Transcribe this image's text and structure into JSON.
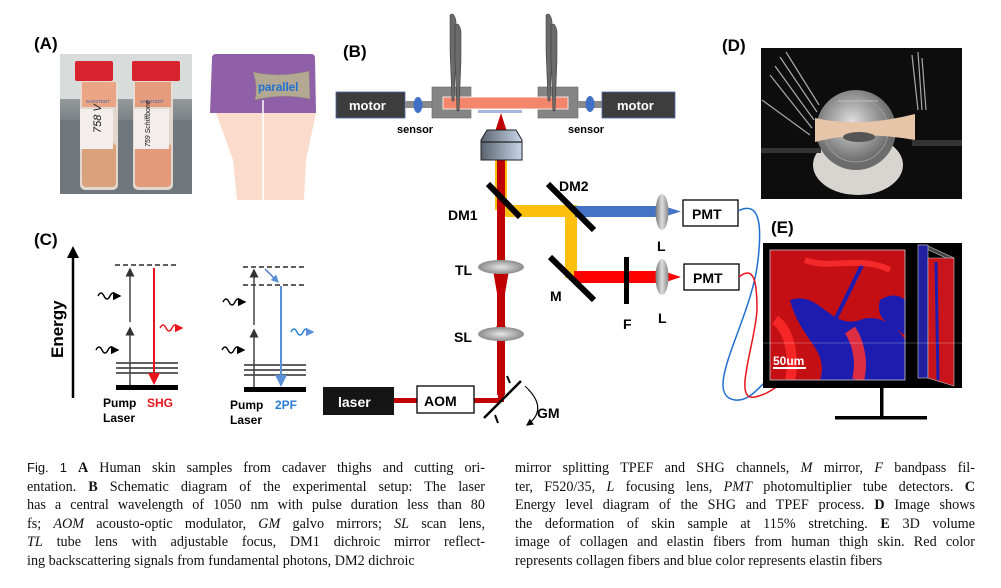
{
  "panels": {
    "A": {
      "label": "(A)",
      "tube_labels": [
        "SARSTEDT",
        "SARSTEDT"
      ],
      "tube_handwriting": [
        "758 V",
        "759 Schiffbone"
      ],
      "patch_text": "parallel"
    },
    "B": {
      "label": "(B)",
      "motor_left": "motor",
      "motor_right": "motor",
      "sensor_left": "sensor",
      "sensor_right": "sensor",
      "dm1": "DM1",
      "dm2": "DM2",
      "m": "M",
      "f": "F",
      "l1": "L",
      "l2": "L",
      "tl": "TL",
      "sl": "SL",
      "pmt1": "PMT",
      "pmt2": "PMT",
      "laser": "laser",
      "aom": "AOM",
      "gm": "GM"
    },
    "C": {
      "label": "(C)",
      "axis": "Energy",
      "pump1": "Pump",
      "laser1": "Laser",
      "shg": "SHG",
      "pump2": "Pump",
      "laser2": "Laser",
      "tpf": "2PF"
    },
    "D": {
      "label": "(D)"
    },
    "E": {
      "label": "(E)",
      "scale_bar": "50um"
    }
  },
  "colors": {
    "shg_red": "#e8141b",
    "tpef_blue": "#4a78c8",
    "beam_yellow": "#fdc00f",
    "laser_red": "#c00000",
    "purple": "#8f5fa8",
    "skin": "#fbdccc"
  },
  "caption": {
    "left": [
      [
        {
          "t": "Fig. 1",
          "s": "fig"
        },
        {
          "t": "  "
        },
        {
          "t": "A",
          "s": "b"
        },
        {
          "t": " Human skin samples from cadaver thighs and cutting ori-"
        }
      ],
      [
        {
          "t": "entation. "
        },
        {
          "t": "B",
          "s": "b"
        },
        {
          "t": " Schematic diagram of the experimental setup: The laser"
        }
      ],
      [
        {
          "t": "has a central wavelength of 1050 nm with pulse duration less than 80"
        }
      ],
      [
        {
          "t": "fs; "
        },
        {
          "t": "AOM",
          "s": "i"
        },
        {
          "t": " acousto-optic modulator, "
        },
        {
          "t": "GM",
          "s": "i"
        },
        {
          "t": " galvo mirrors; "
        },
        {
          "t": "SL",
          "s": "i"
        },
        {
          "t": " scan lens,"
        }
      ],
      [
        {
          "t": "TL",
          "s": "i"
        },
        {
          "t": " tube lens with adjustable focus, DM1 dichroic mirror reflect-"
        }
      ],
      [
        {
          "t": "ing backscattering signals from fundamental photons, DM2 dichroic"
        }
      ]
    ],
    "right": [
      [
        {
          "t": "mirror splitting TPEF and SHG channels, "
        },
        {
          "t": "M",
          "s": "i"
        },
        {
          "t": " mirror, "
        },
        {
          "t": "F",
          "s": "i"
        },
        {
          "t": " bandpass fil-"
        }
      ],
      [
        {
          "t": "ter, F520/35, "
        },
        {
          "t": "L",
          "s": "i"
        },
        {
          "t": " focusing lens, "
        },
        {
          "t": "PMT",
          "s": "i"
        },
        {
          "t": " photomultiplier tube detectors. "
        },
        {
          "t": "C",
          "s": "b"
        }
      ],
      [
        {
          "t": "Energy level diagram of the SHG and TPEF process. "
        },
        {
          "t": "D",
          "s": "b"
        },
        {
          "t": " Image shows"
        }
      ],
      [
        {
          "t": "the deformation of skin sample at 115% stretching. "
        },
        {
          "t": "E",
          "s": "b"
        },
        {
          "t": " 3D volume"
        }
      ],
      [
        {
          "t": "image of collagen and elastin fibers from human thigh skin. Red color"
        }
      ],
      [
        {
          "t": "represents collagen fibers and blue color represents elastin fibers"
        }
      ]
    ]
  }
}
